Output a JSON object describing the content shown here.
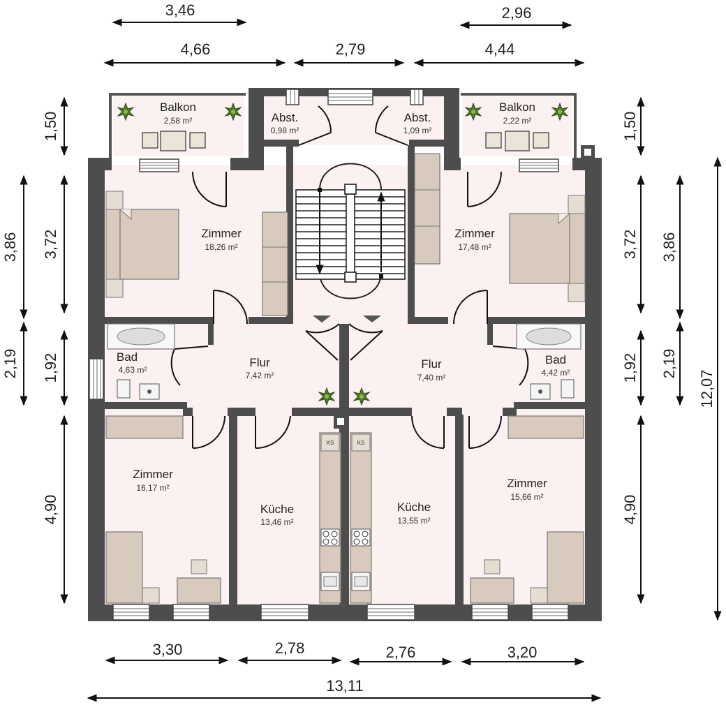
{
  "rooms": {
    "balkon_left": {
      "name": "Balkon",
      "area": "2,58 m²"
    },
    "balkon_right": {
      "name": "Balkon",
      "area": "2,22 m²"
    },
    "abst_left": {
      "name": "Abst.",
      "area": "0,98 m²"
    },
    "abst_right": {
      "name": "Abst.",
      "area": "1,09 m²"
    },
    "zimmer_nw": {
      "name": "Zimmer",
      "area": "18,26 m²"
    },
    "zimmer_ne": {
      "name": "Zimmer",
      "area": "17,48 m²"
    },
    "flur_left": {
      "name": "Flur",
      "area": "7,42 m²"
    },
    "flur_right": {
      "name": "Flur",
      "area": "7,40 m²"
    },
    "bad_left": {
      "name": "Bad",
      "area": "4,63 m²"
    },
    "bad_right": {
      "name": "Bad",
      "area": "4,42 m²"
    },
    "zimmer_sw": {
      "name": "Zimmer",
      "area": "16,17 m²"
    },
    "zimmer_se": {
      "name": "Zimmer",
      "area": "15,66 m²"
    },
    "kueche_left": {
      "name": "Küche",
      "area": "13,46 m²"
    },
    "kueche_right": {
      "name": "Küche",
      "area": "13,55 m²"
    }
  },
  "appliance_labels": {
    "fridge_left": "KS",
    "fridge_right": "KS"
  },
  "dimensions": {
    "top_row1_left": "3,46",
    "top_row1_right": "2,96",
    "top_row2_left": "4,66",
    "top_row2_mid": "2,79",
    "top_row2_right": "4,44",
    "left_balkon": "1,50",
    "left_outer_room": "3,86",
    "left_inner_room": "3,72",
    "left_outer_bad": "2,19",
    "left_inner_bad": "1,92",
    "left_zimmer": "4,90",
    "right_balkon": "1,50",
    "right_inner_room": "3,72",
    "right_outer_room": "3,86",
    "right_inner_bad": "1,92",
    "right_outer_bad": "2,19",
    "right_zimmer": "4,90",
    "right_total": "12,07",
    "bottom_1": "3,30",
    "bottom_2": "2,78",
    "bottom_3": "2,76",
    "bottom_4": "3,20",
    "bottom_total": "13,11"
  }
}
